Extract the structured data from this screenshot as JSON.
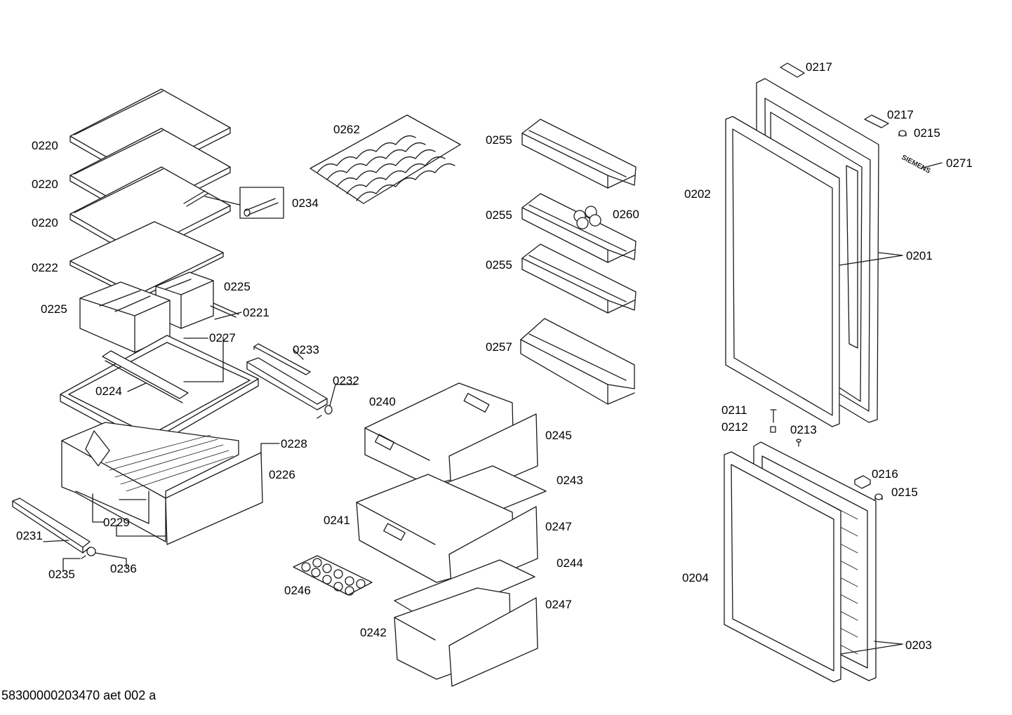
{
  "diagram": {
    "footer": "58300000203470 aet 002 a",
    "brand_mark": "SIEMENS",
    "labels": [
      {
        "id": "l-0220-a",
        "text": "0220"
      },
      {
        "id": "l-0220-b",
        "text": "0220"
      },
      {
        "id": "l-0220-c",
        "text": "0220"
      },
      {
        "id": "l-0222",
        "text": "0222"
      },
      {
        "id": "l-0225-a",
        "text": "0225"
      },
      {
        "id": "l-0225-b",
        "text": "0225"
      },
      {
        "id": "l-0221",
        "text": "0221"
      },
      {
        "id": "l-0227",
        "text": "0227"
      },
      {
        "id": "l-0234",
        "text": "0234"
      },
      {
        "id": "l-0224",
        "text": "0224"
      },
      {
        "id": "l-0228",
        "text": "0228"
      },
      {
        "id": "l-0226",
        "text": "0226"
      },
      {
        "id": "l-0229",
        "text": "0229"
      },
      {
        "id": "l-0231",
        "text": "0231"
      },
      {
        "id": "l-0235",
        "text": "0235"
      },
      {
        "id": "l-0236",
        "text": "0236"
      },
      {
        "id": "l-0233",
        "text": "0233"
      },
      {
        "id": "l-0232",
        "text": "0232"
      },
      {
        "id": "l-0262",
        "text": "0262"
      },
      {
        "id": "l-0240",
        "text": "0240"
      },
      {
        "id": "l-0245",
        "text": "0245"
      },
      {
        "id": "l-0243",
        "text": "0243"
      },
      {
        "id": "l-0241",
        "text": "0241"
      },
      {
        "id": "l-0247-a",
        "text": "0247"
      },
      {
        "id": "l-0244",
        "text": "0244"
      },
      {
        "id": "l-0246",
        "text": "0246"
      },
      {
        "id": "l-0247-b",
        "text": "0247"
      },
      {
        "id": "l-0242",
        "text": "0242"
      },
      {
        "id": "l-0255-a",
        "text": "0255"
      },
      {
        "id": "l-0255-b",
        "text": "0255"
      },
      {
        "id": "l-0255-c",
        "text": "0255"
      },
      {
        "id": "l-0260",
        "text": "0260"
      },
      {
        "id": "l-0257",
        "text": "0257"
      },
      {
        "id": "l-0217-a",
        "text": "0217"
      },
      {
        "id": "l-0217-b",
        "text": "0217"
      },
      {
        "id": "l-0215-a",
        "text": "0215"
      },
      {
        "id": "l-0271",
        "text": "0271"
      },
      {
        "id": "l-0202",
        "text": "0202"
      },
      {
        "id": "l-0201",
        "text": "0201"
      },
      {
        "id": "l-0211",
        "text": "0211"
      },
      {
        "id": "l-0212",
        "text": "0212"
      },
      {
        "id": "l-0213",
        "text": "0213"
      },
      {
        "id": "l-0216",
        "text": "0216"
      },
      {
        "id": "l-0215-b",
        "text": "0215"
      },
      {
        "id": "l-0204",
        "text": "0204"
      },
      {
        "id": "l-0203",
        "text": "0203"
      }
    ]
  }
}
